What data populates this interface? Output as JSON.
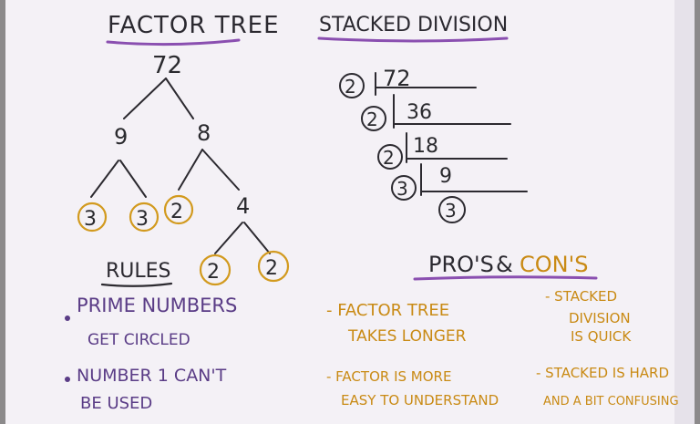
{
  "factor_tree": {
    "title": "FACTOR TREE",
    "root": "72",
    "level1_left": "9",
    "level1_right": "8",
    "leaf_1": "3",
    "leaf_2": "3",
    "leaf_3": "2",
    "node_4": "4",
    "leaf_4": "2",
    "leaf_5": "2"
  },
  "stacked_division": {
    "title": "STACKED DIVISION",
    "steps": [
      {
        "divisor": "2",
        "dividend": "72"
      },
      {
        "divisor": "2",
        "dividend": "36"
      },
      {
        "divisor": "2",
        "dividend": "18"
      },
      {
        "divisor": "3",
        "dividend": "9"
      }
    ],
    "final": "3"
  },
  "rules": {
    "title": "RULES",
    "items": [
      {
        "line1": "PRIME NUMBERS",
        "line2": "GET CIRCLED"
      },
      {
        "line1": "NUMBER 1 CAN'T",
        "line2": "BE USED"
      }
    ]
  },
  "pros_cons": {
    "title_pros": "PRO'S",
    "title_amp": "&",
    "title_cons": "CON'S",
    "pros": [
      {
        "line1": "- FACTOR TREE",
        "line2": "TAKES LONGER"
      },
      {
        "line1": "- FACTOR IS MORE",
        "line2": "EASY TO UNDERSTAND"
      }
    ],
    "cons": [
      {
        "line1": "- STACKED",
        "line2": "DIVISION",
        "line3": "IS QUICK"
      },
      {
        "line1": "- STACKED IS HARD",
        "line2": "AND A BIT CONFUSING"
      }
    ]
  },
  "colors": {
    "paper": "#f4f1f6",
    "ink": "#2b2930",
    "purple": "#5a3c86",
    "orange": "#c98a14",
    "highlight": "#8a4fb0"
  }
}
